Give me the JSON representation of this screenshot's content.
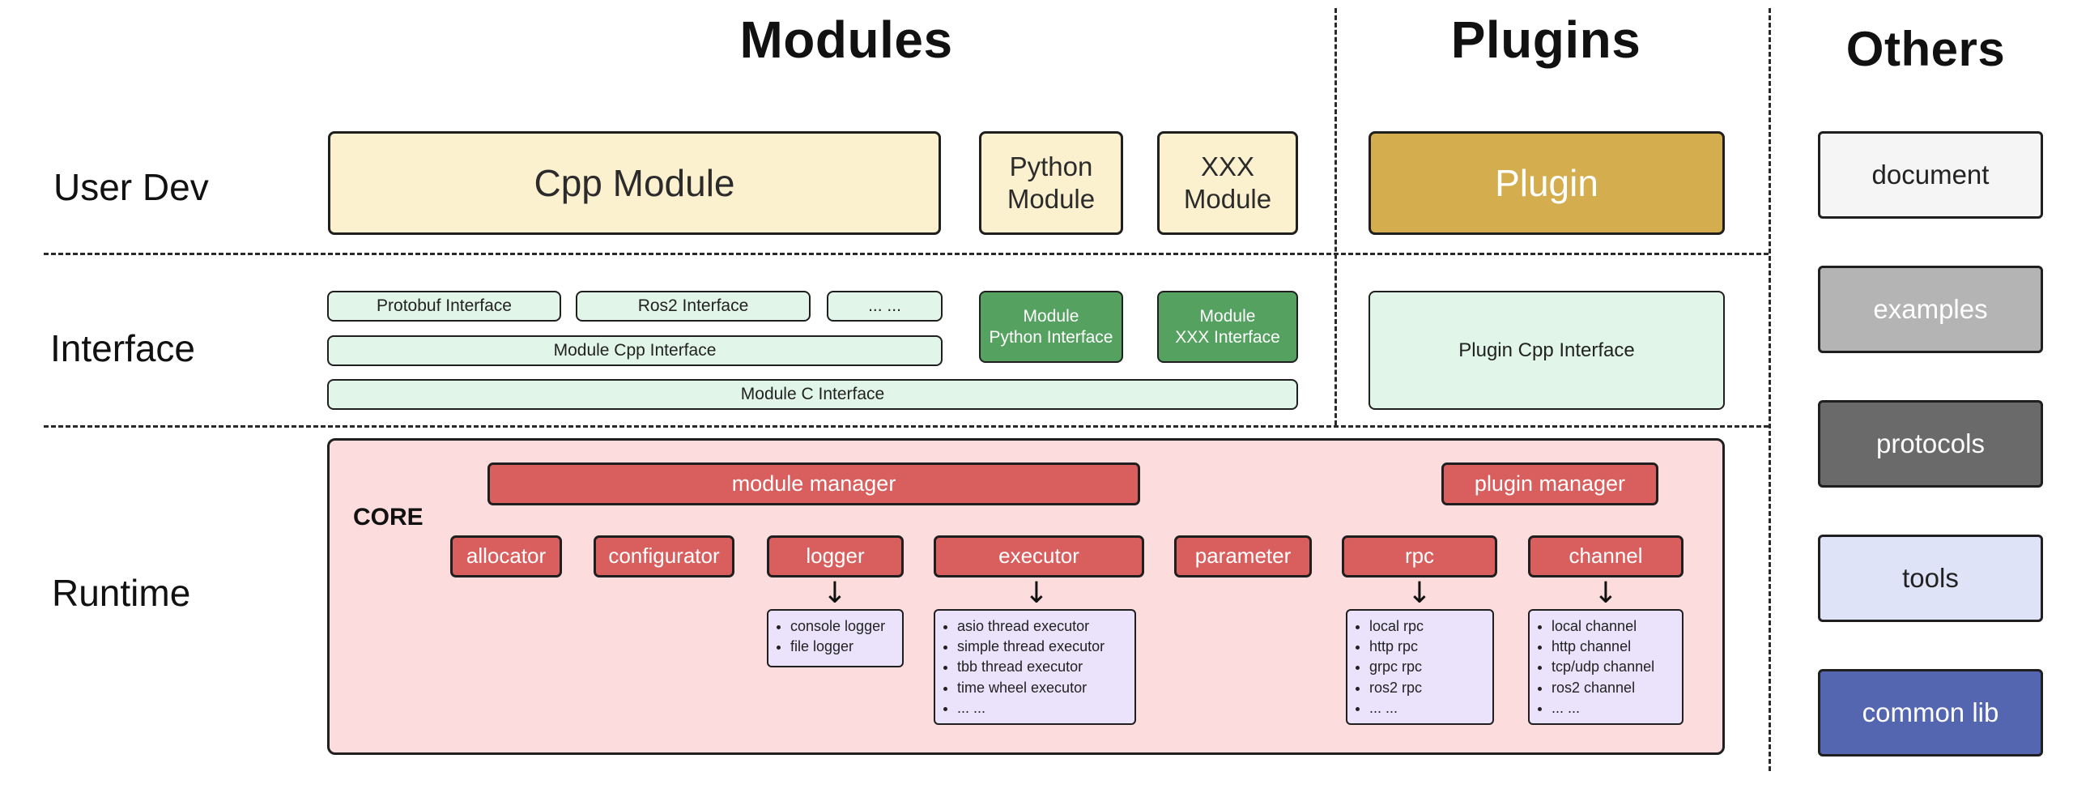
{
  "sections": {
    "modules": "Modules",
    "plugins": "Plugins",
    "others": "Others"
  },
  "row_labels": {
    "user_dev": "User Dev",
    "interface": "Interface",
    "runtime": "Runtime"
  },
  "user_dev": {
    "cpp_module": "Cpp Module",
    "python_module": "Python\nModule",
    "xxx_module": "XXX\nModule",
    "plugin": "Plugin"
  },
  "interface": {
    "protobuf_interface": "Protobuf Interface",
    "ros2_interface": "Ros2 Interface",
    "more_interfaces": "... ...",
    "module_python_interface": "Module\nPython Interface",
    "module_xxx_interface": "Module\nXXX Interface",
    "module_cpp_interface": "Module Cpp Interface",
    "module_c_interface": "Module C Interface",
    "plugin_cpp_interface": "Plugin Cpp Interface"
  },
  "runtime": {
    "core_label": "CORE",
    "module_manager": "module manager",
    "plugin_manager": "plugin manager",
    "components": [
      "allocator",
      "configurator",
      "logger",
      "executor",
      "parameter",
      "rpc",
      "channel"
    ],
    "logger_impls": [
      "console logger",
      "file logger"
    ],
    "executor_impls": [
      "asio thread executor",
      "simple thread executor",
      "tbb thread executor",
      "time wheel executor",
      "... ..."
    ],
    "rpc_impls": [
      "local rpc",
      "http rpc",
      "grpc rpc",
      "ros2 rpc",
      "... ..."
    ],
    "channel_impls": [
      "local channel",
      "http channel",
      "tcp/udp channel",
      "ros2 channel",
      "... ..."
    ]
  },
  "others": {
    "items": [
      "document",
      "examples",
      "protocols",
      "tools",
      "common lib"
    ]
  },
  "icons": {
    "down_arrow": "↓"
  },
  "colors": {
    "module_box": "#fcf1cf",
    "plugin_box": "#d4ae4e",
    "interface_light": "#e1f5e9",
    "interface_dark": "#54a160",
    "core_bg": "#fcdcdd",
    "manager_red": "#d95f5f",
    "impl_list_bg": "#eae3fb",
    "others_document": "#f5f5f5",
    "others_examples": "#b4b4b4",
    "others_protocols": "#6a6a6a",
    "others_tools": "#dfe3f8",
    "others_common_lib": "#5566b1"
  }
}
